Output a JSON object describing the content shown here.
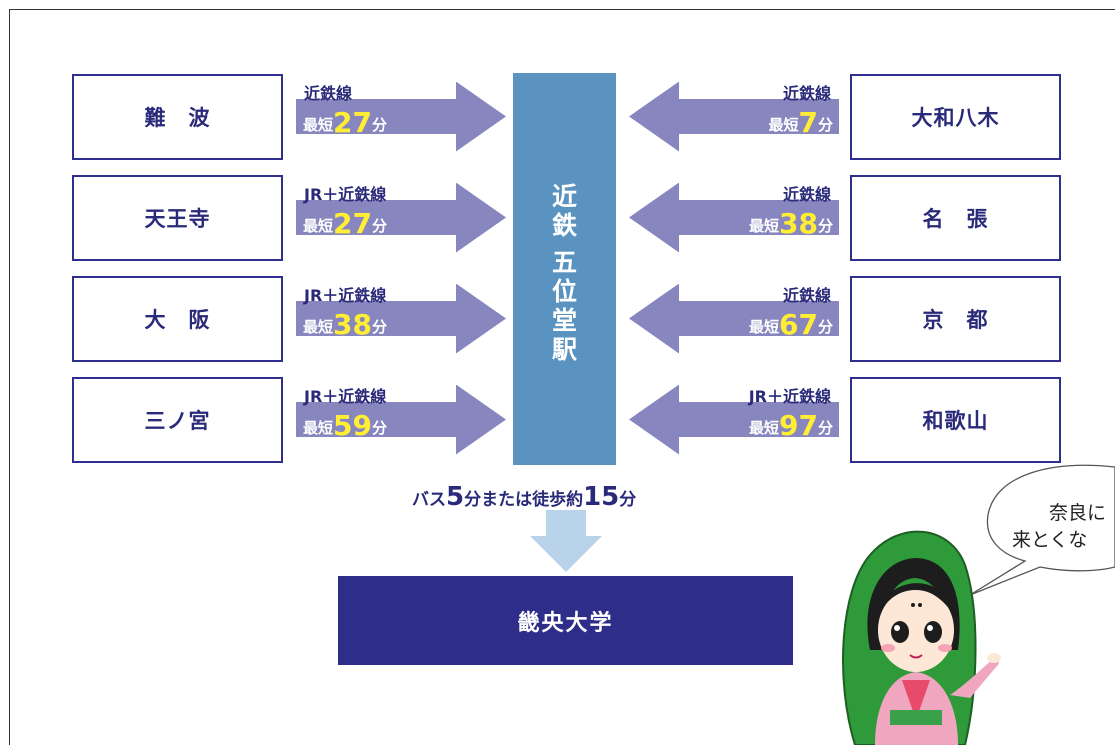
{
  "origins_left": [
    {
      "station": "難　波",
      "line": "近鉄線",
      "prefix": "最短",
      "minutes": "27",
      "suffix": "分"
    },
    {
      "station": "天王寺",
      "line": "JR＋近鉄線",
      "prefix": "最短",
      "minutes": "27",
      "suffix": "分"
    },
    {
      "station": "大　阪",
      "line": "JR＋近鉄線",
      "prefix": "最短",
      "minutes": "38",
      "suffix": "分"
    },
    {
      "station": "三ノ宮",
      "line": "JR＋近鉄線",
      "prefix": "最短",
      "minutes": "59",
      "suffix": "分"
    }
  ],
  "origins_right": [
    {
      "station": "大和八木",
      "line": "近鉄線",
      "prefix": "最短",
      "minutes": "7",
      "suffix": "分"
    },
    {
      "station": "名　張",
      "line": "近鉄線",
      "prefix": "最短",
      "minutes": "38",
      "suffix": "分"
    },
    {
      "station": "京　都",
      "line": "近鉄線",
      "prefix": "最短",
      "minutes": "67",
      "suffix": "分"
    },
    {
      "station": "和歌山",
      "line": "JR＋近鉄線",
      "prefix": "最短",
      "minutes": "97",
      "suffix": "分"
    }
  ],
  "hub": {
    "chars": [
      "近",
      "鉄",
      "五",
      "位",
      "堂",
      "駅"
    ]
  },
  "access": {
    "p1": "バス",
    "n1": "5",
    "p2": "分または徒歩約",
    "n2": "15",
    "p3": "分"
  },
  "destination": "畿央大学",
  "speech_bubble": {
    "line1": "奈良に",
    "line2": "来とくな"
  },
  "colors": {
    "arrow": "#8786bf",
    "box_border": "#2f2f8f",
    "hub": "#5a93c0",
    "destination": "#2f2d8a",
    "highlight": "#ffee33"
  }
}
